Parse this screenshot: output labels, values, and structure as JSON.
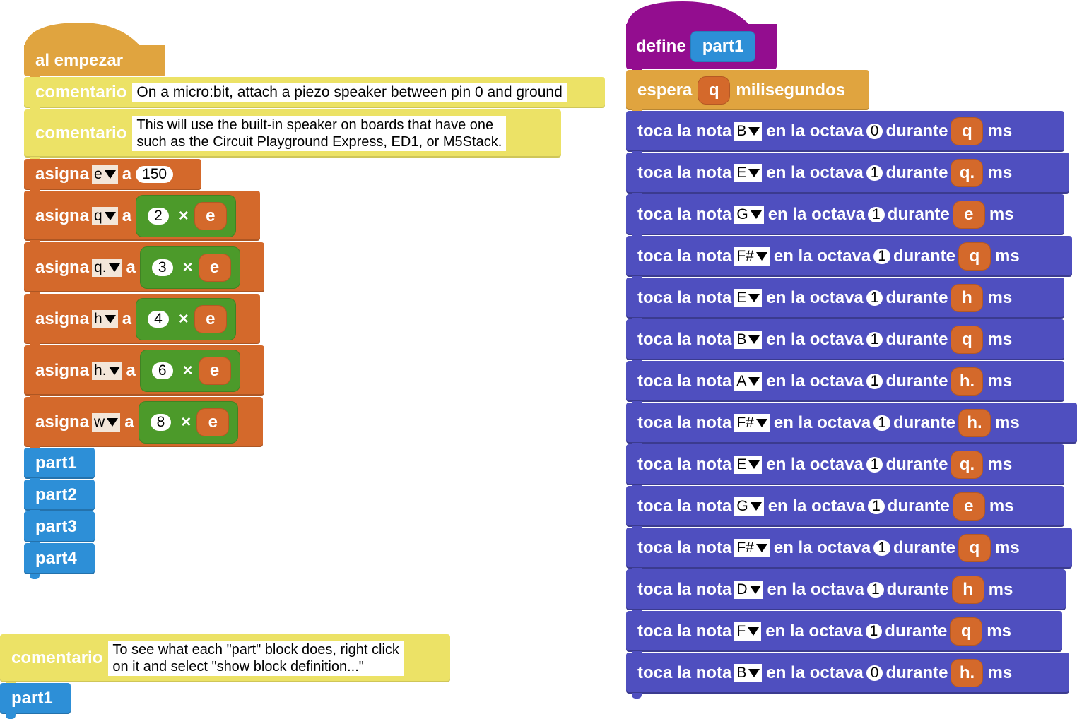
{
  "left_script": {
    "hat_label": "al empezar",
    "comments": [
      {
        "keyword": "comentario",
        "text": "On a micro:bit, attach a piezo speaker between pin 0 and ground"
      },
      {
        "keyword": "comentario",
        "text": "This will use the built-in speaker on boards that have one\nsuch as the Circuit Playground Express, ED1, or M5Stack."
      }
    ],
    "set_keyword": "asigna",
    "to_keyword": "a",
    "set_e": {
      "var": "e",
      "value": "150"
    },
    "sets": [
      {
        "var": "q",
        "factor": "2",
        "operator": "×",
        "operand": "e"
      },
      {
        "var": "q.",
        "factor": "3",
        "operator": "×",
        "operand": "e"
      },
      {
        "var": "h",
        "factor": "4",
        "operator": "×",
        "operand": "e"
      },
      {
        "var": "h.",
        "factor": "6",
        "operator": "×",
        "operand": "e"
      },
      {
        "var": "w",
        "factor": "8",
        "operator": "×",
        "operand": "e"
      }
    ],
    "calls": [
      "part1",
      "part2",
      "part3",
      "part4"
    ]
  },
  "bottom_script": {
    "comment_keyword": "comentario",
    "comment_text": "To see what each \"part\" block does, right click\non it and select \"show block definition...\"",
    "call": "part1"
  },
  "define_script": {
    "define_keyword": "define",
    "name": "part1",
    "wait_prefix": "espera",
    "wait_var": "q",
    "wait_suffix": "milisegundos",
    "note_prefix": "toca la nota",
    "octave_label": "en la octava",
    "during_label": "durante",
    "ms_label": "ms",
    "notes": [
      {
        "note": "B",
        "octave": "0",
        "dur": "q"
      },
      {
        "note": "E",
        "octave": "1",
        "dur": "q."
      },
      {
        "note": "G",
        "octave": "1",
        "dur": "e"
      },
      {
        "note": "F#",
        "octave": "1",
        "dur": "q"
      },
      {
        "note": "E",
        "octave": "1",
        "dur": "h"
      },
      {
        "note": "B",
        "octave": "1",
        "dur": "q"
      },
      {
        "note": "A",
        "octave": "1",
        "dur": "h."
      },
      {
        "note": "F#",
        "octave": "1",
        "dur": "h."
      },
      {
        "note": "E",
        "octave": "1",
        "dur": "q."
      },
      {
        "note": "G",
        "octave": "1",
        "dur": "e"
      },
      {
        "note": "F#",
        "octave": "1",
        "dur": "q"
      },
      {
        "note": "D",
        "octave": "1",
        "dur": "h"
      },
      {
        "note": "F",
        "octave": "1",
        "dur": "q"
      },
      {
        "note": "B",
        "octave": "0",
        "dur": "h."
      }
    ]
  },
  "colors": {
    "control_hat": "#e0a43f",
    "variables": "#d4692b",
    "comment": "#ece266",
    "custom_block": "#2d8fd7",
    "define": "#930d8f",
    "sound": "#4f4fbf",
    "operators": "#4c9a2a"
  }
}
